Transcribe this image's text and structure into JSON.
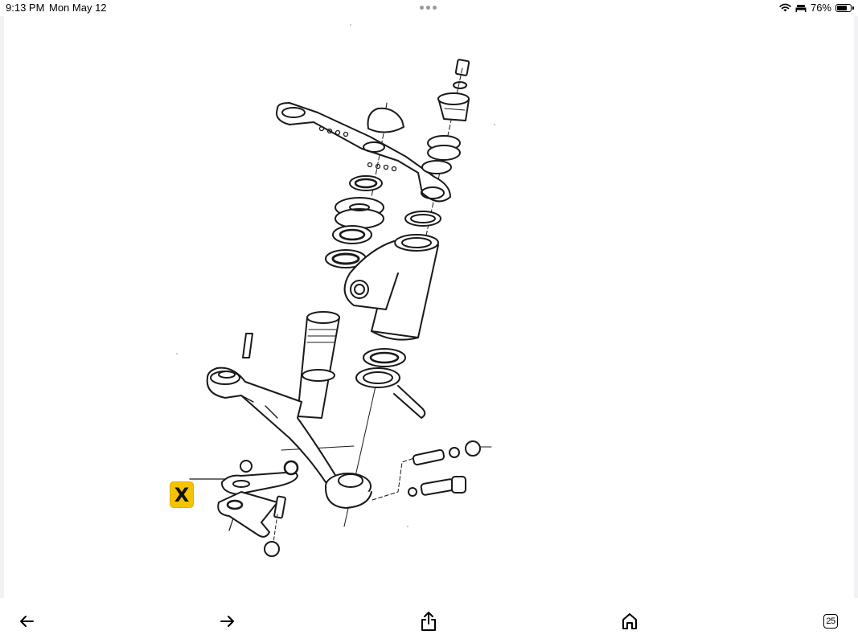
{
  "status_bar": {
    "time": "9:13 PM",
    "date": "Mon May 12",
    "battery_percent": "76%",
    "icons": [
      "wifi-icon",
      "sleep-bed-icon",
      "battery-icon"
    ],
    "multitask_dots": "•••"
  },
  "content": {
    "type": "exploded-parts-diagram",
    "description": "Steering head / fork yoke assembly exploded view",
    "callout_label": "X"
  },
  "toolbar": {
    "items": [
      {
        "name": "back",
        "icon": "arrow-left-icon"
      },
      {
        "name": "forward",
        "icon": "arrow-right-icon"
      },
      {
        "name": "share",
        "icon": "share-icon"
      },
      {
        "name": "home",
        "icon": "home-icon"
      },
      {
        "name": "tabs",
        "icon": "tabs-icon",
        "count": "25"
      }
    ]
  },
  "colors": {
    "callout_bg": "#f5c400",
    "page_border": "#f2f2f4",
    "line_art": "#1a1a1a"
  }
}
